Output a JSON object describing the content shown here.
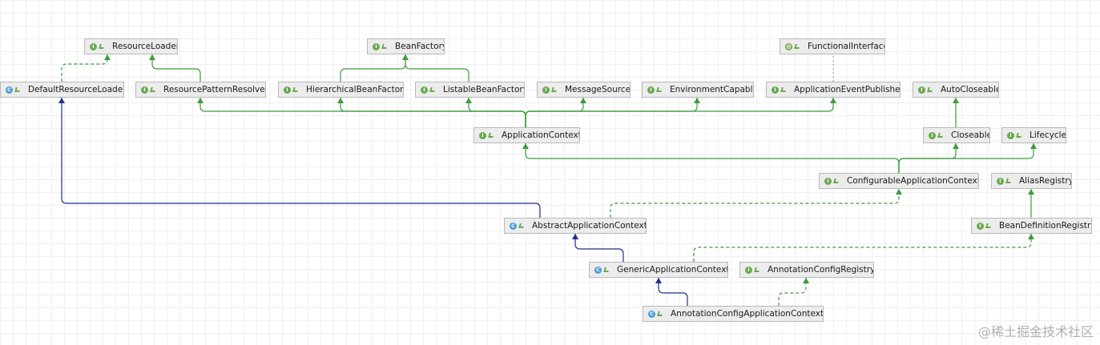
{
  "nodes": {
    "resource_loader": {
      "label": "ResourceLoader",
      "kind": "interface"
    },
    "bean_factory": {
      "label": "BeanFactory",
      "kind": "interface"
    },
    "functional_interface": {
      "label": "FunctionalInterface",
      "kind": "annotation"
    },
    "default_resource_loader": {
      "label": "DefaultResourceLoader",
      "kind": "class"
    },
    "resource_pattern_resolver": {
      "label": "ResourcePatternResolver",
      "kind": "interface"
    },
    "hierarchical_bean_factory": {
      "label": "HierarchicalBeanFactory",
      "kind": "interface"
    },
    "listable_bean_factory": {
      "label": "ListableBeanFactory",
      "kind": "interface"
    },
    "message_source": {
      "label": "MessageSource",
      "kind": "interface"
    },
    "environment_capable": {
      "label": "EnvironmentCapable",
      "kind": "interface"
    },
    "application_event_publisher": {
      "label": "ApplicationEventPublisher",
      "kind": "interface"
    },
    "auto_closeable": {
      "label": "AutoCloseable",
      "kind": "interface"
    },
    "application_context": {
      "label": "ApplicationContext",
      "kind": "interface"
    },
    "closeable": {
      "label": "Closeable",
      "kind": "interface"
    },
    "lifecycle": {
      "label": "Lifecycle",
      "kind": "interface"
    },
    "configurable_application_context": {
      "label": "ConfigurableApplicationContext",
      "kind": "interface"
    },
    "alias_registry": {
      "label": "AliasRegistry",
      "kind": "interface"
    },
    "abstract_application_context": {
      "label": "AbstractApplicationContext",
      "kind": "class"
    },
    "bean_definition_registry": {
      "label": "BeanDefinitionRegistry",
      "kind": "interface"
    },
    "generic_application_context": {
      "label": "GenericApplicationContext",
      "kind": "class"
    },
    "annotation_config_registry": {
      "label": "AnnotationConfigRegistry",
      "kind": "interface"
    },
    "annotation_config_application_context": {
      "label": "AnnotationConfigApplicationContext",
      "kind": "class"
    }
  },
  "edges": [
    {
      "from": "default_resource_loader",
      "to": "resource_loader",
      "type": "implements"
    },
    {
      "from": "resource_pattern_resolver",
      "to": "resource_loader",
      "type": "extends-interface"
    },
    {
      "from": "hierarchical_bean_factory",
      "to": "bean_factory",
      "type": "extends-interface"
    },
    {
      "from": "listable_bean_factory",
      "to": "bean_factory",
      "type": "extends-interface"
    },
    {
      "from": "application_event_publisher",
      "to": "functional_interface",
      "type": "annotated"
    },
    {
      "from": "application_context",
      "to": "resource_pattern_resolver",
      "type": "extends-interface"
    },
    {
      "from": "application_context",
      "to": "hierarchical_bean_factory",
      "type": "extends-interface"
    },
    {
      "from": "application_context",
      "to": "listable_bean_factory",
      "type": "extends-interface"
    },
    {
      "from": "application_context",
      "to": "message_source",
      "type": "extends-interface"
    },
    {
      "from": "application_context",
      "to": "environment_capable",
      "type": "extends-interface"
    },
    {
      "from": "application_context",
      "to": "application_event_publisher",
      "type": "extends-interface"
    },
    {
      "from": "closeable",
      "to": "auto_closeable",
      "type": "extends-interface"
    },
    {
      "from": "configurable_application_context",
      "to": "application_context",
      "type": "extends-interface"
    },
    {
      "from": "configurable_application_context",
      "to": "closeable",
      "type": "extends-interface"
    },
    {
      "from": "configurable_application_context",
      "to": "lifecycle",
      "type": "extends-interface"
    },
    {
      "from": "bean_definition_registry",
      "to": "alias_registry",
      "type": "extends-interface"
    },
    {
      "from": "abstract_application_context",
      "to": "default_resource_loader",
      "type": "extends-class"
    },
    {
      "from": "abstract_application_context",
      "to": "configurable_application_context",
      "type": "implements"
    },
    {
      "from": "generic_application_context",
      "to": "abstract_application_context",
      "type": "extends-class"
    },
    {
      "from": "generic_application_context",
      "to": "bean_definition_registry",
      "type": "implements"
    },
    {
      "from": "annotation_config_application_context",
      "to": "generic_application_context",
      "type": "extends-class"
    },
    {
      "from": "annotation_config_application_context",
      "to": "annotation_config_registry",
      "type": "implements"
    }
  ],
  "colors": {
    "extends_interface": "#3c9a3c",
    "implements": "#3c9a3c",
    "extends_class": "#1f2f8a",
    "annotated": "#8fbf7f"
  },
  "watermark": "@稀土掘金技术社区"
}
